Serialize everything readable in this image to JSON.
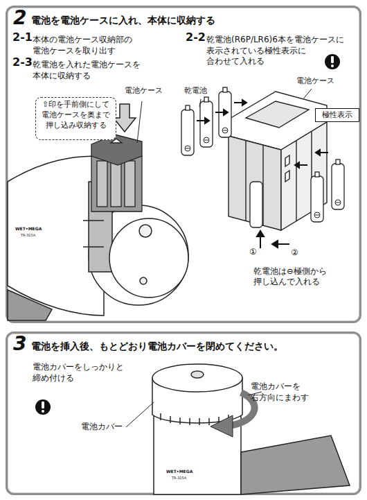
{
  "diagram": {
    "nodes": [
      {
        "text": [
          "2",
          "電池を電池ケースに入れ、本体に収納する"
        ]
      },
      {
        "text": [
          "⇧印を手前側にして 電池ケースを奥まで 押し込み収納する"
        ],
        "in": 0
      },
      {
        "text": [
          "極性表示"
        ],
        "in": 0
      },
      {
        "text": [
          "3",
          "電池を挿入後、もとどおり電池カバーを閉めてください。"
        ]
      }
    ],
    "labels": [
      "2-1",
      "本体の電池ケース収納部の 電池ケースを取り出す",
      "2-3",
      "乾電池を入れた電池ケースを 本体に収納する",
      "2-2",
      "乾電池(R6P/LR6)6本を電池ケースに 表示されている極性表示に 合わせて入れる",
      "電池ケース",
      "乾電池",
      "電池ケース",
      "①",
      "②",
      "乾電池は⊖極側から 押し込んで入れる",
      "WET•MEGA",
      "TR-315A",
      "電池カバーをしっかりと 締め付ける",
      "電池カバーを 右方向にまわす",
      "電池カバー",
      "WET•MEGA",
      "TR-315A"
    ]
  }
}
